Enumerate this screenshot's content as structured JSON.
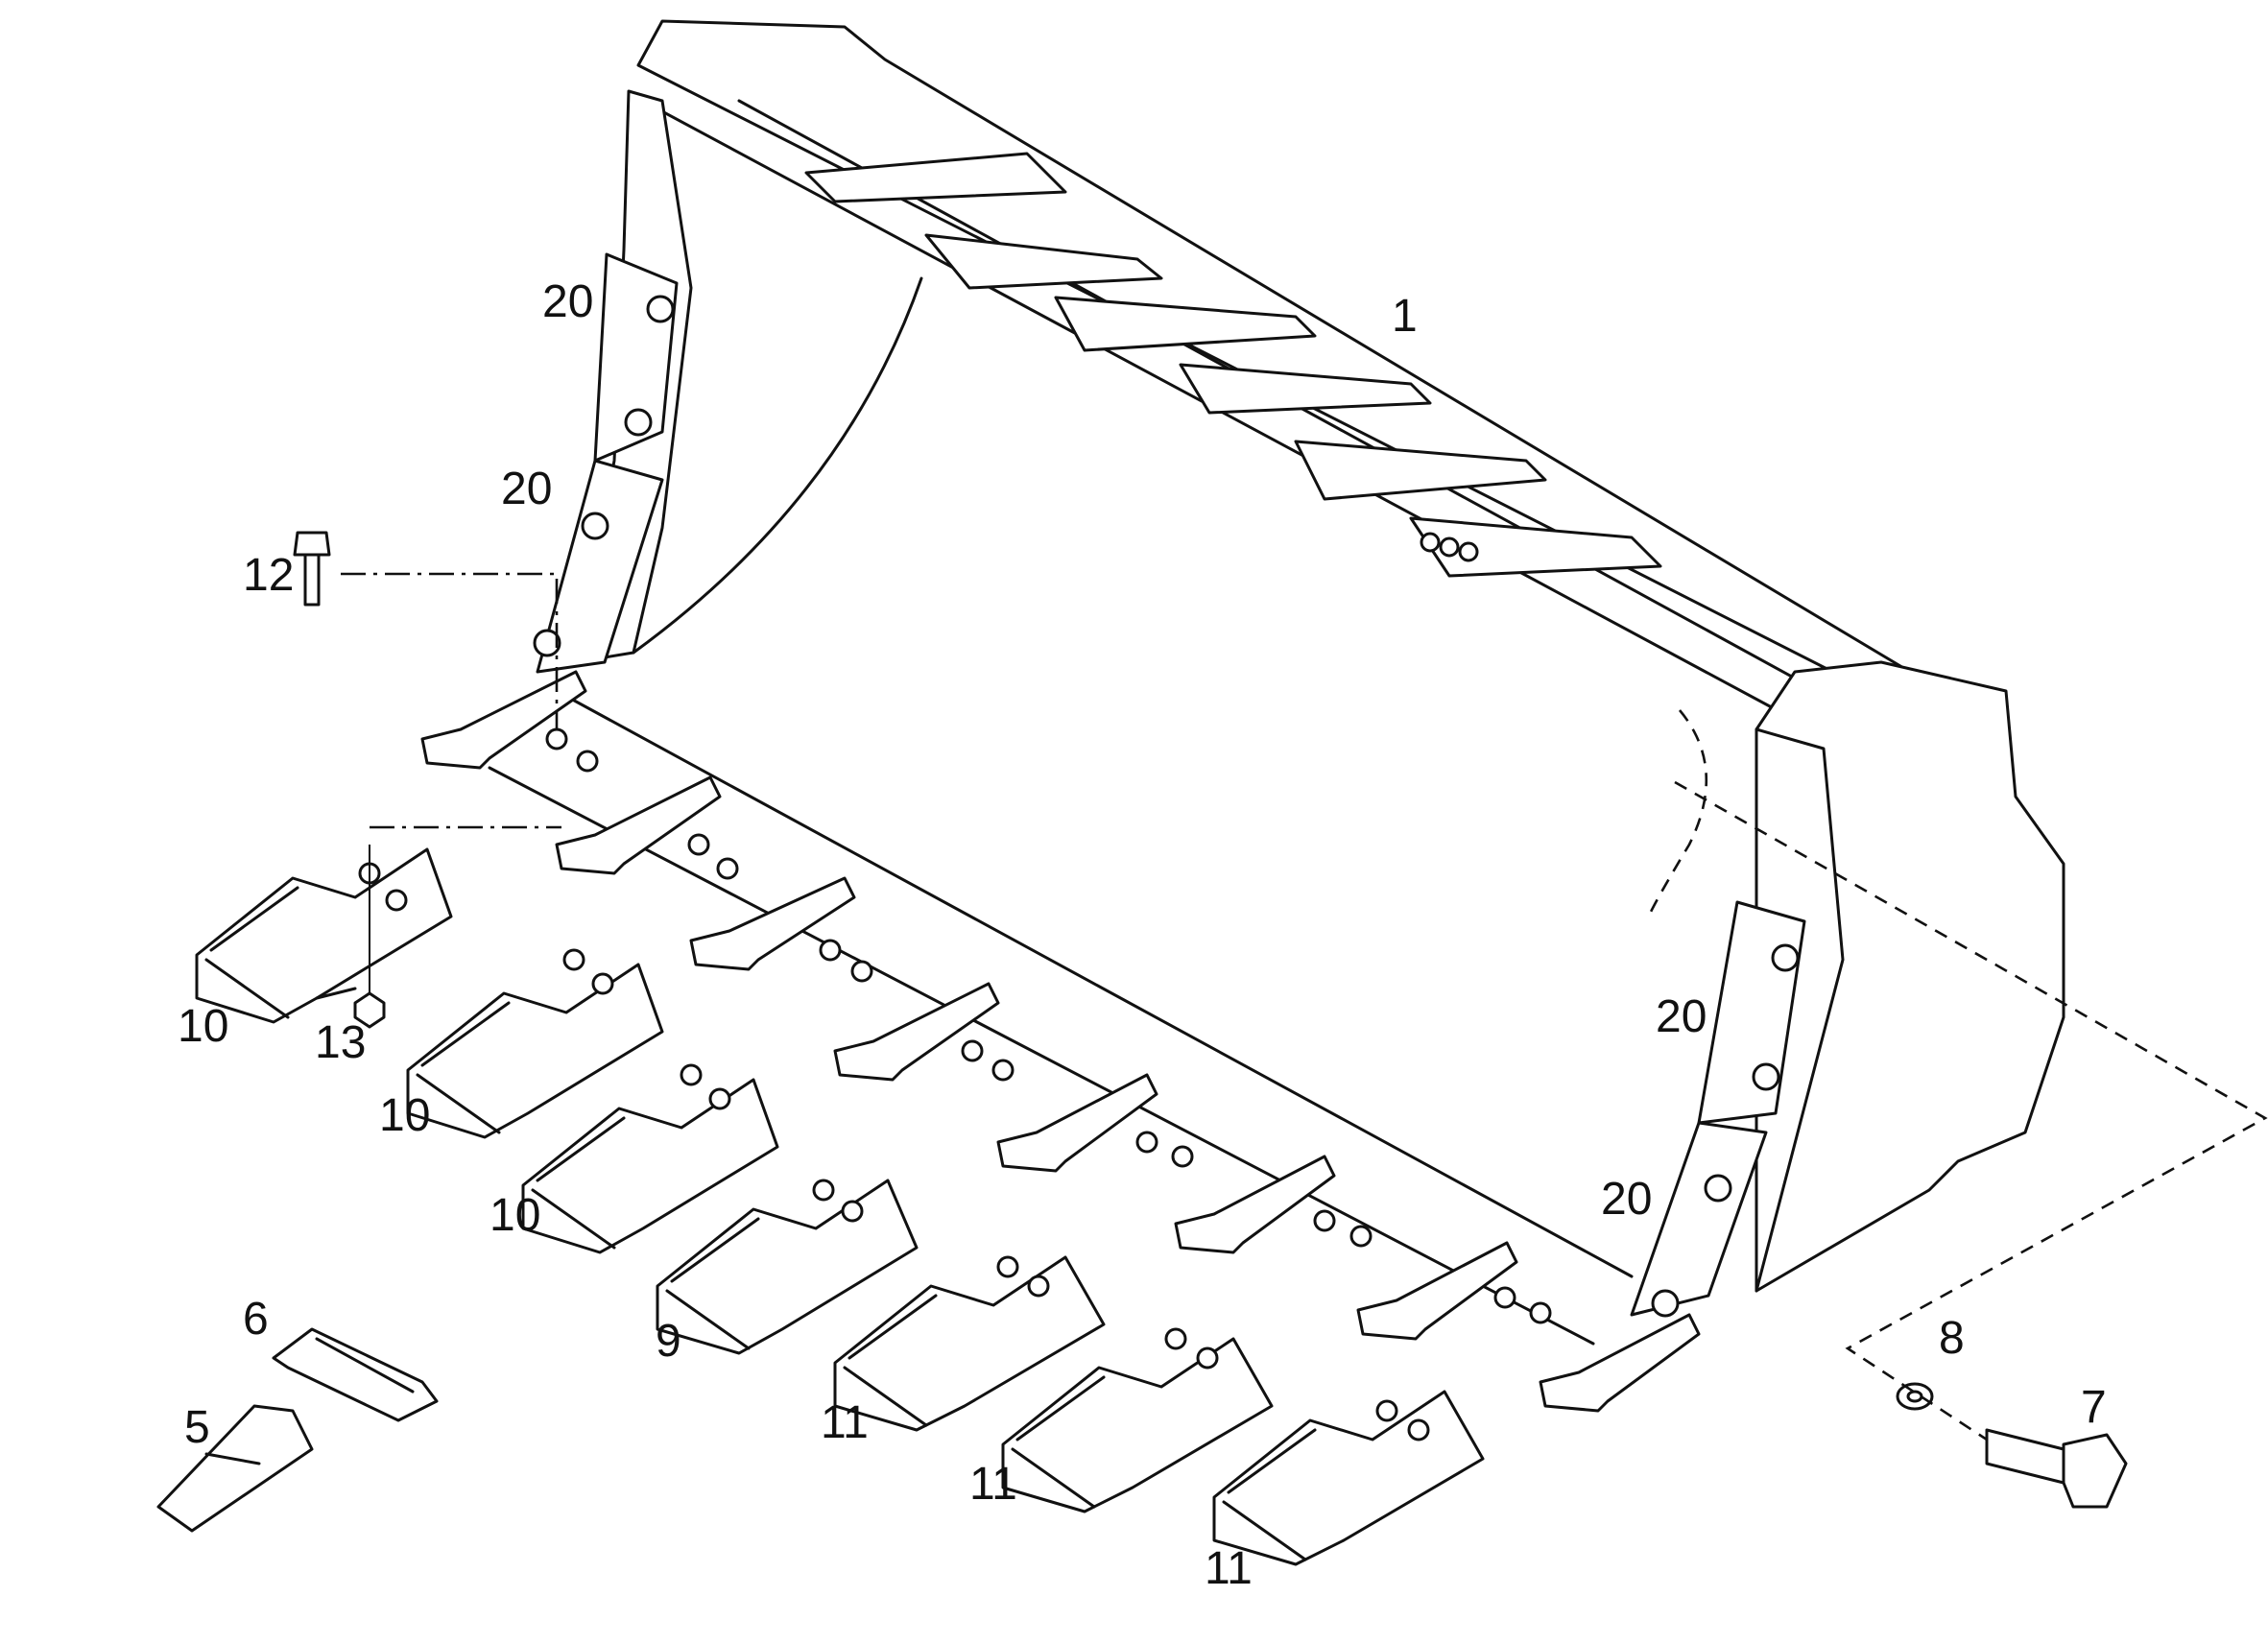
{
  "callouts": {
    "c1": "1",
    "c20a": "20",
    "c20b": "20",
    "c20c": "20",
    "c20d": "20",
    "c12": "12",
    "c13": "13",
    "c10a": "10",
    "c10b": "10",
    "c10c": "10",
    "c9": "9",
    "c11a": "11",
    "c11b": "11",
    "c11c": "11",
    "c6": "6",
    "c5": "5",
    "c8": "8",
    "c7": "7"
  },
  "colors": {
    "line": "#111111",
    "paper": "#ffffff"
  }
}
